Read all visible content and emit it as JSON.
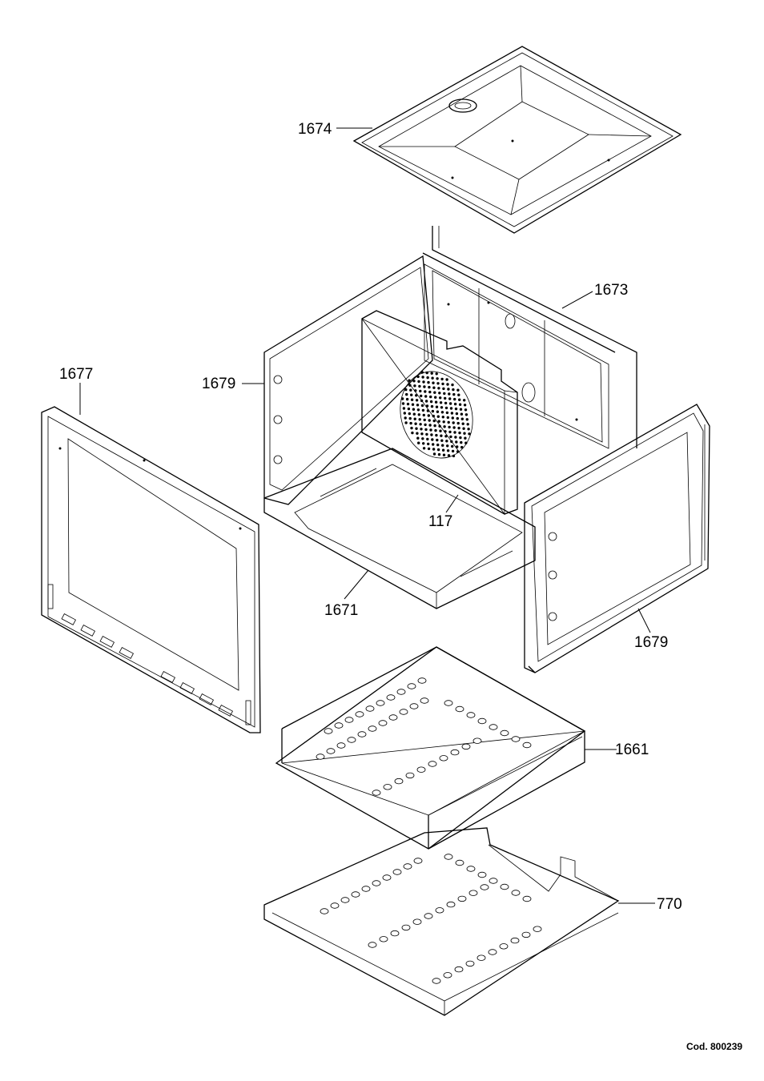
{
  "diagram": {
    "code": "Cod. 800239",
    "parts": [
      {
        "id": "top-panel",
        "label": "1674"
      },
      {
        "id": "back-panel",
        "label": "1673"
      },
      {
        "id": "left-side-panel",
        "label": "1679"
      },
      {
        "id": "front-frame",
        "label": "1677"
      },
      {
        "id": "fan-cover",
        "label": "117"
      },
      {
        "id": "bottom-panel",
        "label": "1671"
      },
      {
        "id": "right-side-panel",
        "label": "1679"
      },
      {
        "id": "base-tray",
        "label": "1661"
      },
      {
        "id": "bottom-cover",
        "label": "770"
      }
    ]
  }
}
